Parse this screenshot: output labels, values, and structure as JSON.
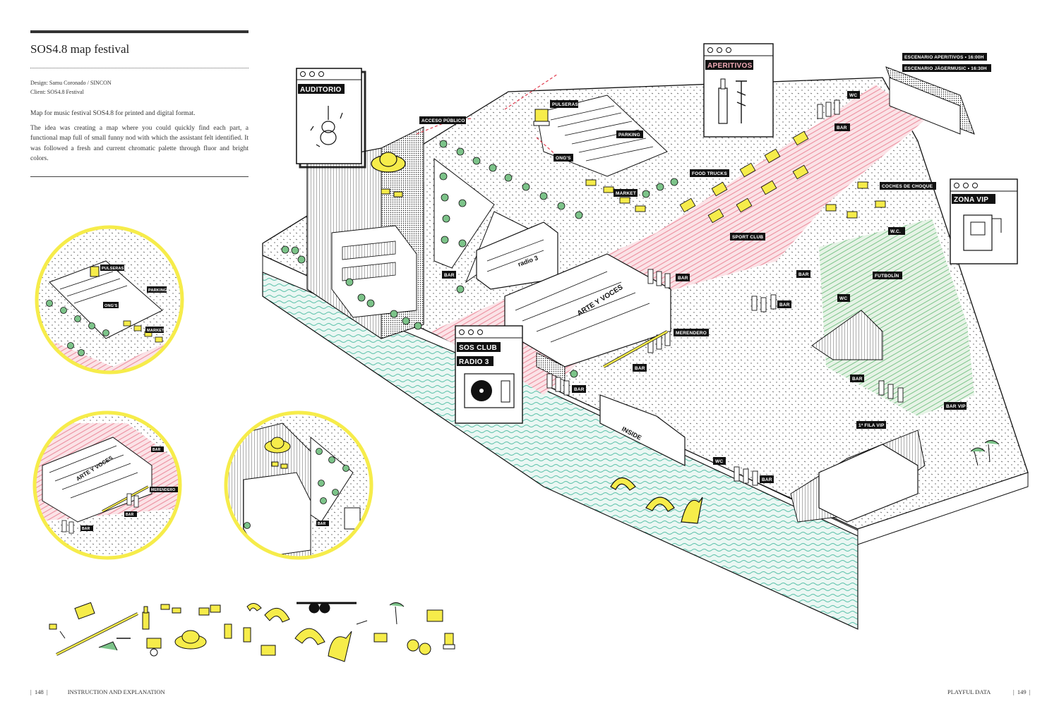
{
  "header": {
    "title": "SOS4.8 map festival",
    "design": "Design: Samu Coronado / SINCON",
    "client": "Client: SOS4.8 Festival",
    "p1": "Map for music festival SOS4.8 for printed and digital format.",
    "p2": "The idea was creating a map where you could quickly find each part, a functional map full of small funny nod with which the assistant felt identified. It was followed a fresh and current chromatic palette through fluor and bright colors."
  },
  "footer": {
    "left_page": "148",
    "left_section": "INSTRUCTION AND EXPLANATION",
    "right_section": "PLAYFUL DATA",
    "right_page": "149"
  },
  "colors": {
    "pink": "#f2aab6",
    "yellow": "#f6ec4a",
    "green": "#7cc389",
    "mint": "#8fd3c3",
    "ink": "#111111"
  },
  "map": {
    "cards": {
      "auditorio": "AUDITORIO",
      "aperitivos": "APERITIVOS",
      "sos_club": "SOS CLUB",
      "radio3": "RADIO 3",
      "zona_vip": "ZONA VIP"
    },
    "labels": {
      "acceso_publico": "ACCESO PÚBLICO",
      "pulseras": "PULSERAS",
      "parking": "PARKING",
      "ongs": "ONG'S",
      "market": "MARKET",
      "food_trucks": "FOOD TRUCKS",
      "escenario1": "ESCENARIO APERITIVOS • 16:00H",
      "escenario2": "ESCENARIO JÄGERMUSIC • 16:30H",
      "wc": "WC",
      "coches": "COCHES DE CHOQUE",
      "sport_club": "SPORT CLUB",
      "wc2": "W.C.",
      "futbolin": "FUTBOLÍN",
      "bar": "BAR",
      "merendero": "MERENDERO",
      "bar_vip": "BAR VIP",
      "fila_vip": "1ª FILA VIP",
      "arte_voces": "ARTE Y VOCES",
      "radio3_bld": "radio 3",
      "inside": "INSIDE"
    },
    "icons": [
      "violin-icon",
      "hat-icon",
      "sunglasses-icon",
      "bottle-icon",
      "corkscrew-icon",
      "turntable-icon",
      "wristband-icon",
      "sea-serpent-icon",
      "food-truck-icon",
      "palm-tree-icon",
      "fork-icon",
      "bumper-car-icon",
      "ping-pong-icon",
      "deck-chair-icon",
      "foosball-player-icon"
    ]
  },
  "details": {
    "detail1": {
      "pulseras": "PULSERAS",
      "parking": "PARKING",
      "ongs": "ONG'S",
      "market": "MARKET"
    },
    "detail2": {
      "arte_voces": "ARTE Y VOCES",
      "bar": "BAR",
      "merendero": "MERENDERO"
    },
    "detail3": {
      "bar": "BAR"
    }
  }
}
